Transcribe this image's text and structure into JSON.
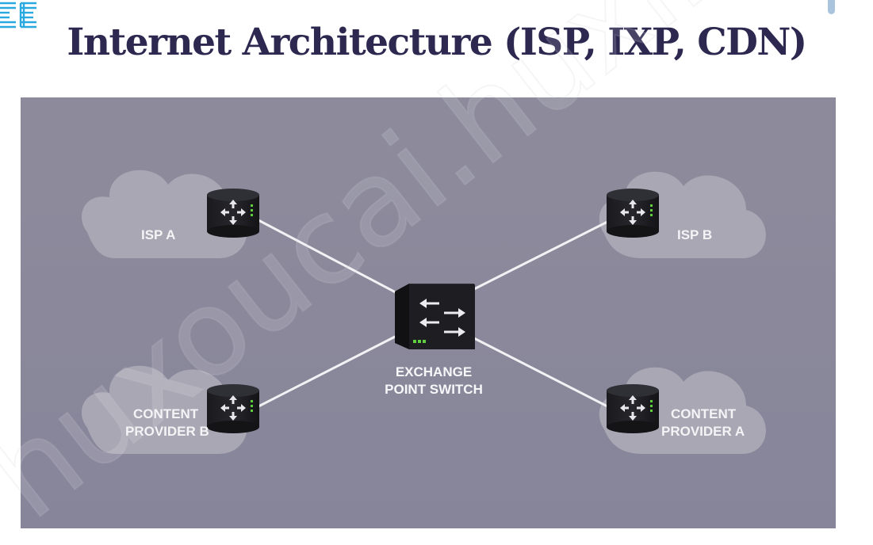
{
  "slide": {
    "title": "Internet Architecture (ISP, IXP, CDN)"
  },
  "diagram": {
    "switch": {
      "label_line1": "EXCHANGE",
      "label_line2": "POINT SWITCH"
    },
    "nodes": {
      "isp_a": {
        "label_line1": "ISP A"
      },
      "isp_b": {
        "label_line1": "ISP B"
      },
      "content_provider_b": {
        "label_line1": "CONTENT",
        "label_line2": "PROVIDER B"
      },
      "content_provider_a": {
        "label_line1": "CONTENT",
        "label_line2": "PROVIDER A"
      }
    }
  },
  "colors": {
    "title": "#2c2850",
    "panel_background": "#8a8898",
    "cloud": "#a9a7b4",
    "device": "#1b1b1f",
    "link": "#f2f2f4",
    "led": "#5fce3f",
    "logo": "#2aa8e0"
  },
  "watermark": {
    "text": "huxoucai.huxin"
  }
}
